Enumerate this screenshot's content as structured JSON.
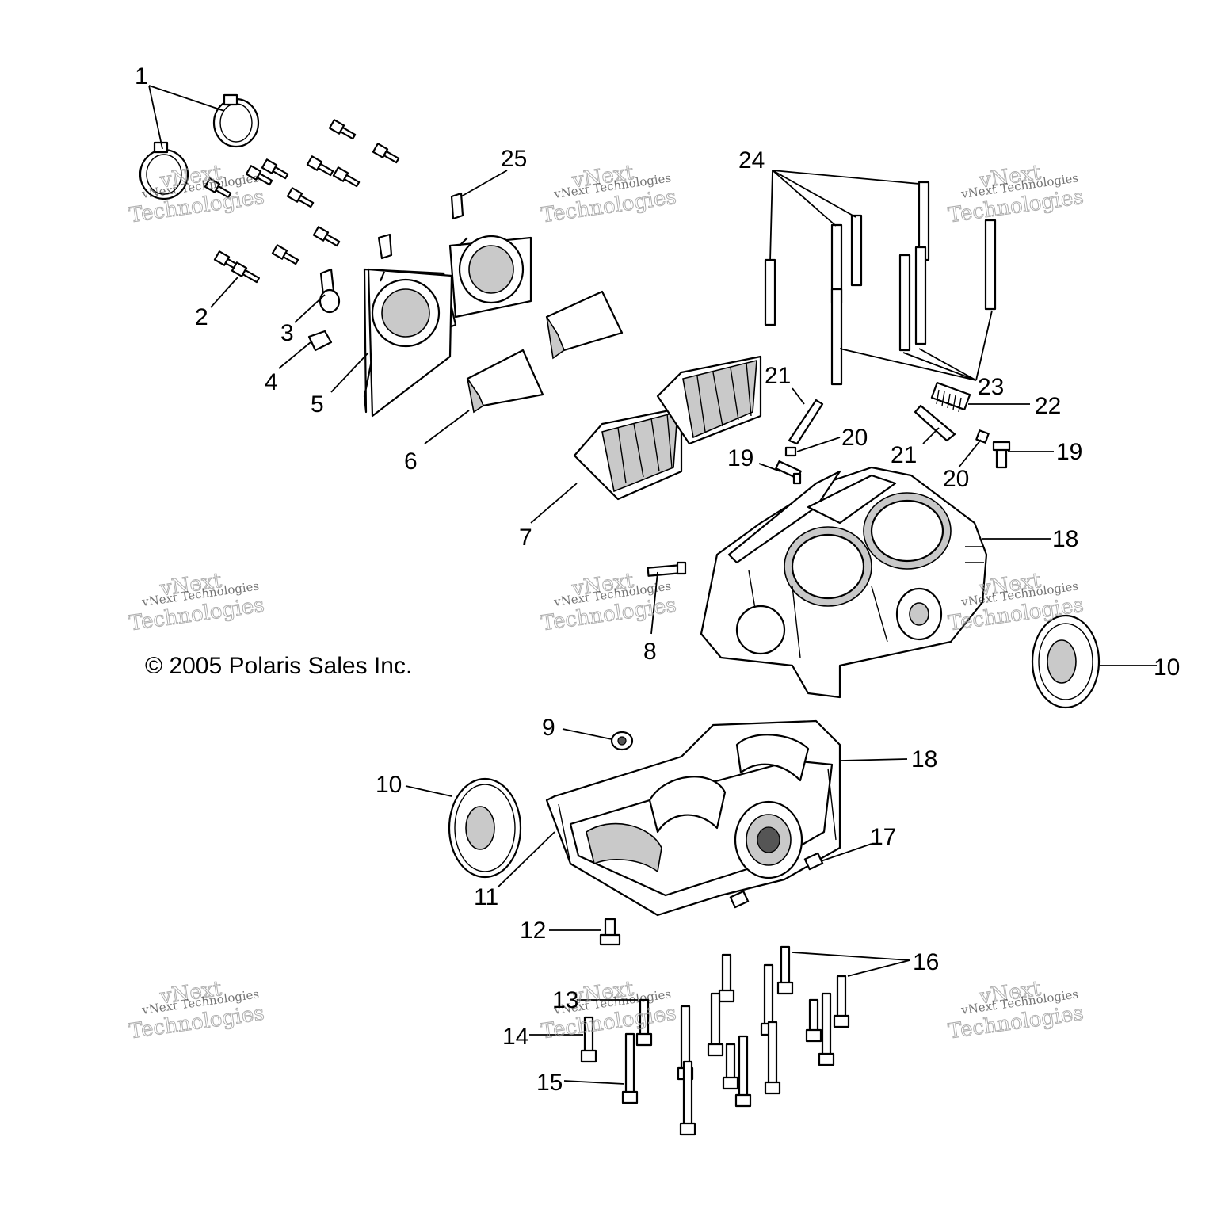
{
  "diagram": {
    "copyright": "© 2005 Polaris Sales Inc.",
    "watermark": {
      "line1": "vNext Technologies",
      "line2": "vNext",
      "line3": "Technologies"
    },
    "callouts": [
      "1",
      "2",
      "3",
      "4",
      "5",
      "6",
      "7",
      "8",
      "9",
      "10",
      "11",
      "12",
      "13",
      "14",
      "15",
      "16",
      "17",
      "18",
      "19",
      "20",
      "21",
      "22",
      "23",
      "24",
      "25"
    ]
  }
}
